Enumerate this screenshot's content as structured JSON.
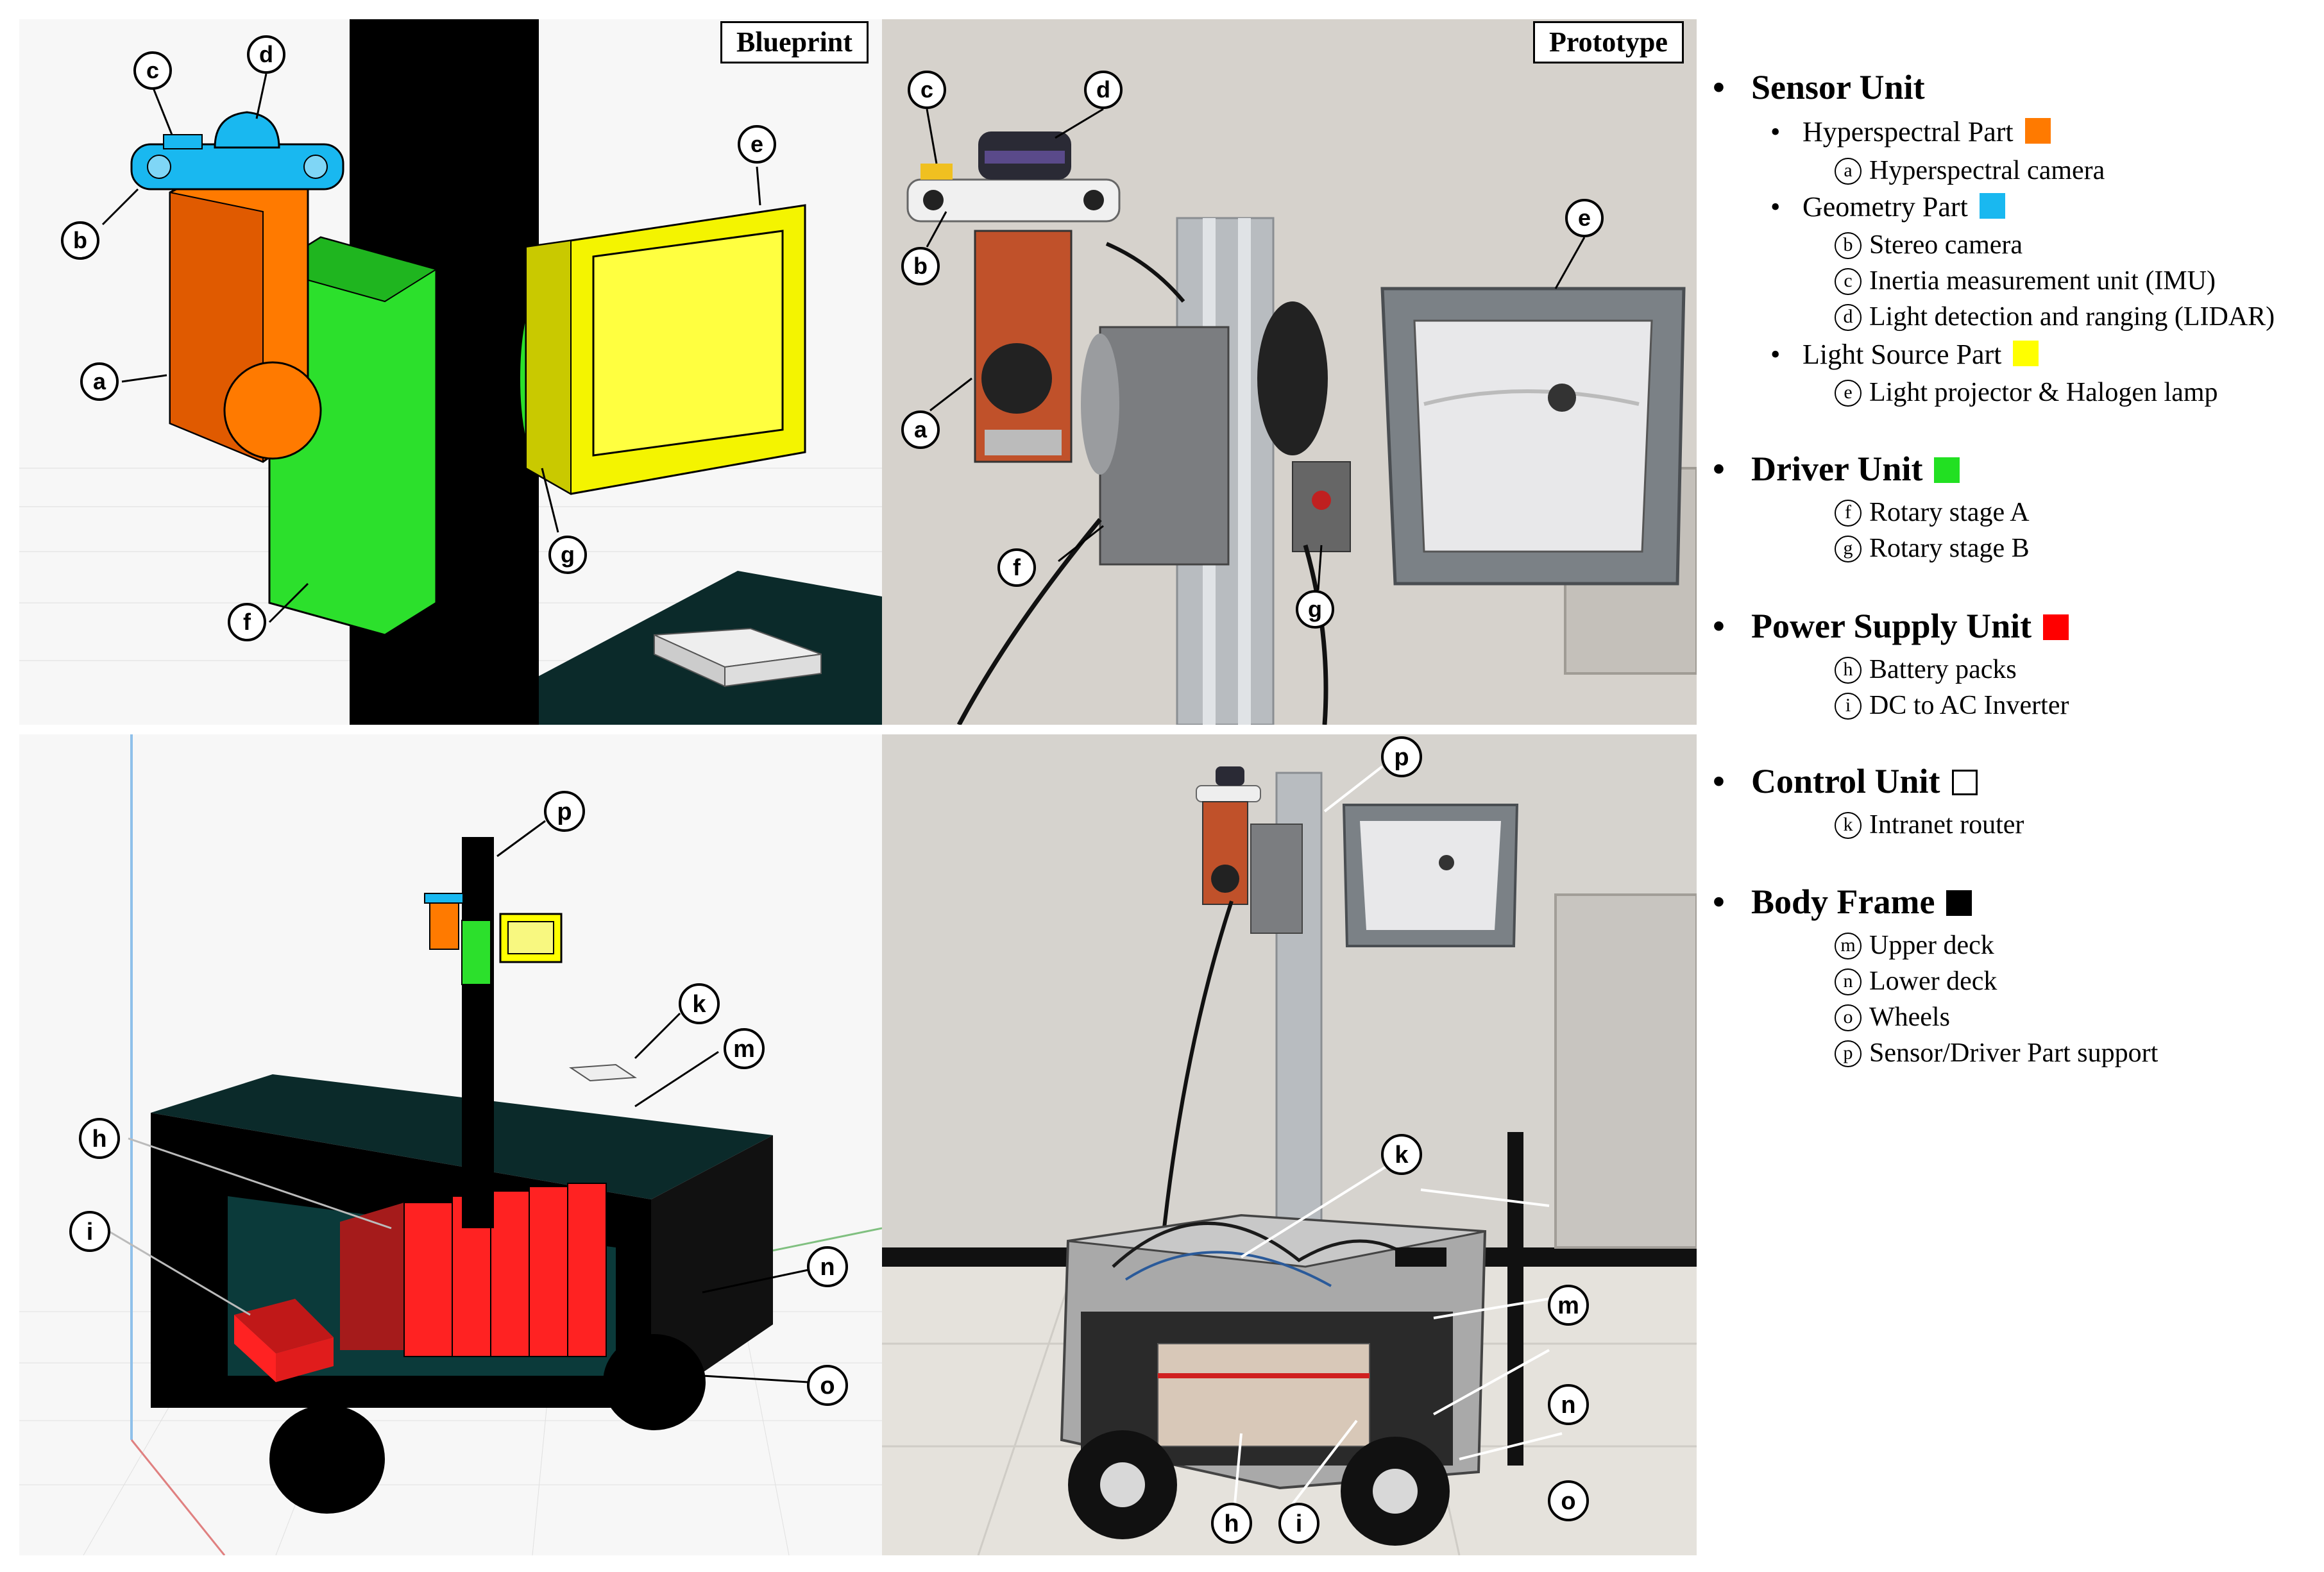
{
  "panels": {
    "blueprint_label": "Blueprint",
    "prototype_label": "Prototype"
  },
  "legend": {
    "sections": [
      {
        "title": "Sensor Unit",
        "swatch": "",
        "parts": [
          {
            "title": "Hyperspectral Part",
            "swatch": "#ff7a00",
            "items": [
              {
                "letter": "a",
                "label": "Hyperspectral camera"
              }
            ]
          },
          {
            "title": "Geometry Part",
            "swatch": "#19b8f0",
            "items": [
              {
                "letter": "b",
                "label": "Stereo camera"
              },
              {
                "letter": "c",
                "label": "Inertia measurement unit (IMU)"
              },
              {
                "letter": "d",
                "label": "Light detection and ranging (LIDAR)"
              }
            ]
          },
          {
            "title": "Light Source Part",
            "swatch": "#ffff00",
            "items": [
              {
                "letter": "e",
                "label": "Light projector & Halogen lamp"
              }
            ]
          }
        ]
      },
      {
        "title": "Driver Unit",
        "swatch": "#22e022",
        "items": [
          {
            "letter": "f",
            "label": "Rotary stage A"
          },
          {
            "letter": "g",
            "label": "Rotary stage B"
          }
        ]
      },
      {
        "title": "Power Supply Unit",
        "swatch": "#ff0000",
        "items": [
          {
            "letter": "h",
            "label": "Battery packs"
          },
          {
            "letter": "i",
            "label": "DC to AC Inverter"
          }
        ]
      },
      {
        "title": "Control Unit",
        "swatch": "#ffffff",
        "items": [
          {
            "letter": "k",
            "label": "Intranet router"
          }
        ]
      },
      {
        "title": "Body Frame",
        "swatch": "#000000",
        "items": [
          {
            "letter": "m",
            "label": "Upper deck"
          },
          {
            "letter": "n",
            "label": "Lower deck"
          },
          {
            "letter": "o",
            "label": "Wheels"
          },
          {
            "letter": "p",
            "label": "Sensor/Driver Part support"
          }
        ]
      }
    ]
  },
  "callouts": {
    "a": "a",
    "b": "b",
    "c": "c",
    "d": "d",
    "e": "e",
    "f": "f",
    "g": "g",
    "h": "h",
    "i": "i",
    "k": "k",
    "m": "m",
    "n": "n",
    "o": "o",
    "p": "p"
  },
  "colors": {
    "hyperspectral": "#ff7a00",
    "geometry": "#19b8f0",
    "light": "#ffff00",
    "driver": "#22e022",
    "power": "#ff0000",
    "frame": "#000000"
  }
}
